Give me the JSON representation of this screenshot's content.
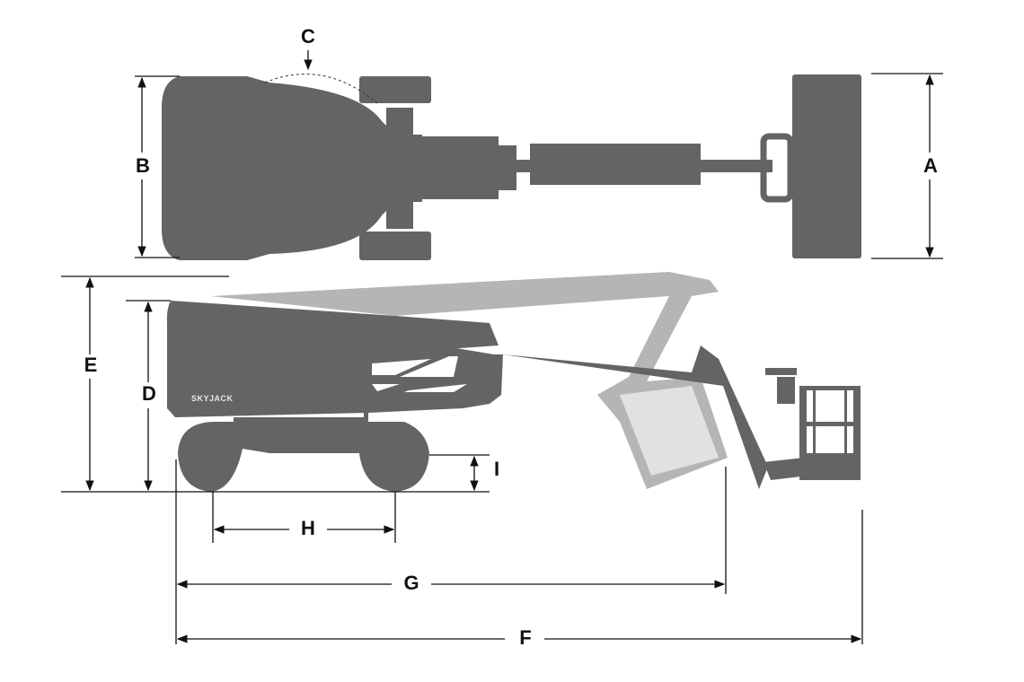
{
  "colors": {
    "machine": "#646464",
    "stowed_boom": "#b5b5b5",
    "dimension_lines": "#111111"
  },
  "brand": {
    "logo_text": "SKYJACK"
  },
  "dimensions": {
    "A": "A",
    "B": "B",
    "C": "C",
    "D": "D",
    "E": "E",
    "F": "F",
    "G": "G",
    "H": "H",
    "I": "I"
  }
}
